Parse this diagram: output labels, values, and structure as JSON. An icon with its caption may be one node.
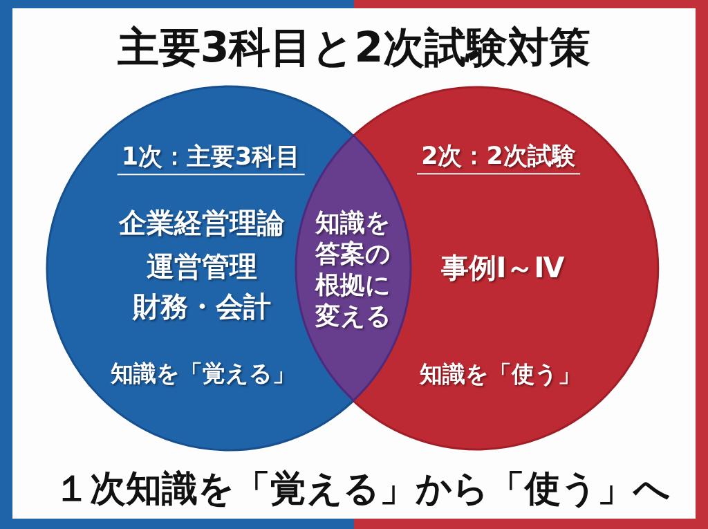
{
  "diagram": {
    "title": "主要3科目と2次試験対策",
    "nodes": [
      {
        "text": [
          "1次：主要3科目",
          "企業経営理論",
          "運営管理",
          "財務・会計",
          "知識を「覚える」"
        ]
      },
      {
        "text": [
          "2次：2次試験",
          "事例Ⅰ～Ⅳ",
          "知識を「使う」"
        ]
      },
      {
        "text": [
          "知識を答案の根拠に変える"
        ]
      }
    ],
    "caption": "１次知識を「覚える」から「使う」へ"
  }
}
